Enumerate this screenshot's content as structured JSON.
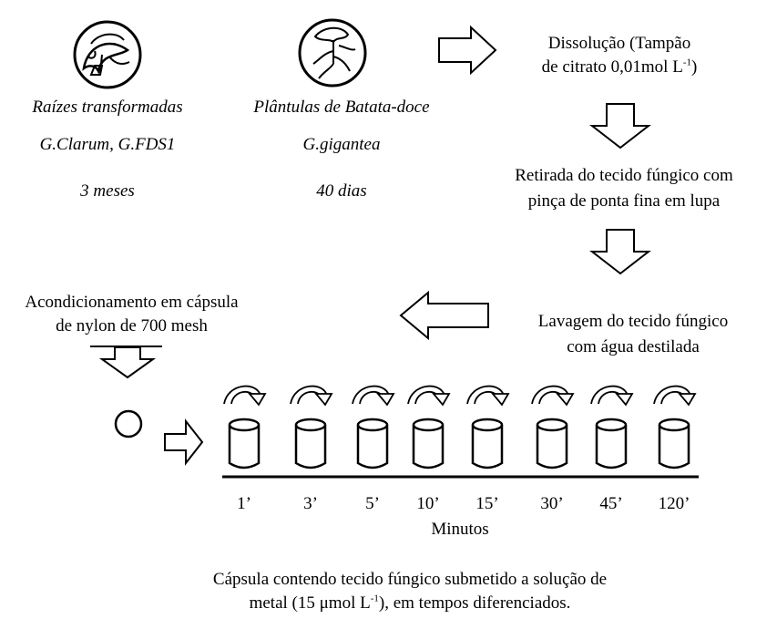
{
  "left_sample": {
    "title": "Raízes transformadas",
    "species": "G.Clarum, G.FDS1",
    "duration": "3 meses"
  },
  "right_sample": {
    "title": "Plântulas de Batata-doce",
    "species": "G.gigantea",
    "duration": "40 dias"
  },
  "steps": {
    "dissolution_line1": "Dissolução (Tampão",
    "dissolution_line2_pre": "de citrato 0,01mol L",
    "dissolution_sup": "-1",
    "dissolution_line2_post": ")",
    "removal_line1": "Retirada do tecido fúngico com",
    "removal_line2": "pinça de ponta fina em lupa",
    "washing_line1": "Lavagem do tecido fúngico",
    "washing_line2": "com água destilada",
    "capsule_line1": "Acondicionamento em cápsula",
    "capsule_line2": "de nylon de 700 mesh"
  },
  "timeline": {
    "times": [
      "1’",
      "3’",
      "5’",
      "10’",
      "15’",
      "30’",
      "45’",
      "120’"
    ],
    "unit_label": "Minutos"
  },
  "caption": {
    "line1": "Cápsula contendo tecido fúngico submetido a solução de",
    "line2_pre": "metal (15 μmol L",
    "line2_sup": "-1",
    "line2_post": "), em tempos diferenciados."
  }
}
